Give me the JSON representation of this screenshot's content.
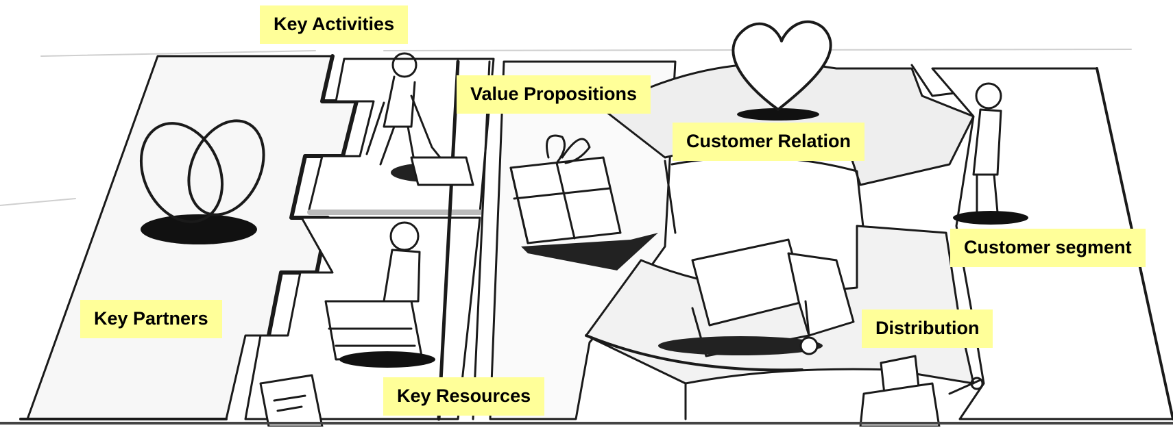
{
  "labels": {
    "key_activities": "Key Activities",
    "value_propositions": "Value Propositions",
    "customer_relation": "Customer Relation",
    "key_partners": "Key Partners",
    "customer_segment": "Customer segment",
    "distribution": "Distribution",
    "key_resources": "Key Resources"
  },
  "colors": {
    "label_background": "#ffff99",
    "ink": "#1a1a1a",
    "board_gray": "#d9d9d9",
    "board_light": "#f2f2f2"
  },
  "icons": [
    "rings-icon",
    "digging-person-icon",
    "person-with-material-icon",
    "gift-box-icon",
    "heart-icon",
    "delivery-truck-icon",
    "standing-person-icon",
    "cash-register-icon",
    "paper-icon"
  ]
}
